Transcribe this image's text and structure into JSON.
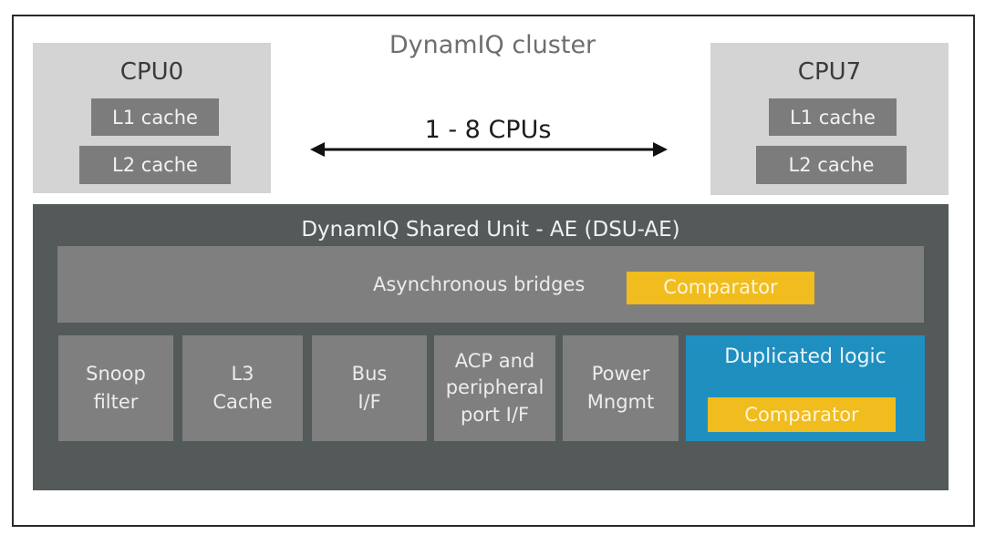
{
  "diagram": {
    "cluster_title": "DynamIQ cluster",
    "cpu_range_label": "1 - 8 CPUs",
    "cpus": [
      {
        "name": "CPU0",
        "l1": "L1 cache",
        "l2": "L2 cache"
      },
      {
        "name": "CPU7",
        "l1": "L1 cache",
        "l2": "L2 cache"
      }
    ],
    "dsu": {
      "title": "DynamIQ Shared Unit - AE (DSU-AE)",
      "async_bridges": {
        "label": "Asynchronous bridges",
        "comparator": "Comparator"
      },
      "blocks": [
        {
          "line1": "Snoop",
          "line2": "filter"
        },
        {
          "line1": "L3",
          "line2": "Cache"
        },
        {
          "line1": "Bus",
          "line2": "I/F"
        },
        {
          "line1": "ACP and",
          "line2": "peripheral",
          "line3": "port I/F"
        },
        {
          "line1": "Power",
          "line2": "Mngmt"
        }
      ],
      "duplicated_logic": {
        "label": "Duplicated logic",
        "comparator": "Comparator"
      }
    },
    "colors": {
      "cpu_box": "#d4d4d4",
      "cache_box": "#7c7c7c",
      "dsu_background": "#545a5a",
      "block_gray": "#7f7f80",
      "comparator_yellow": "#f1bc1d",
      "duplicated_logic_blue": "#1f8fbf"
    }
  }
}
